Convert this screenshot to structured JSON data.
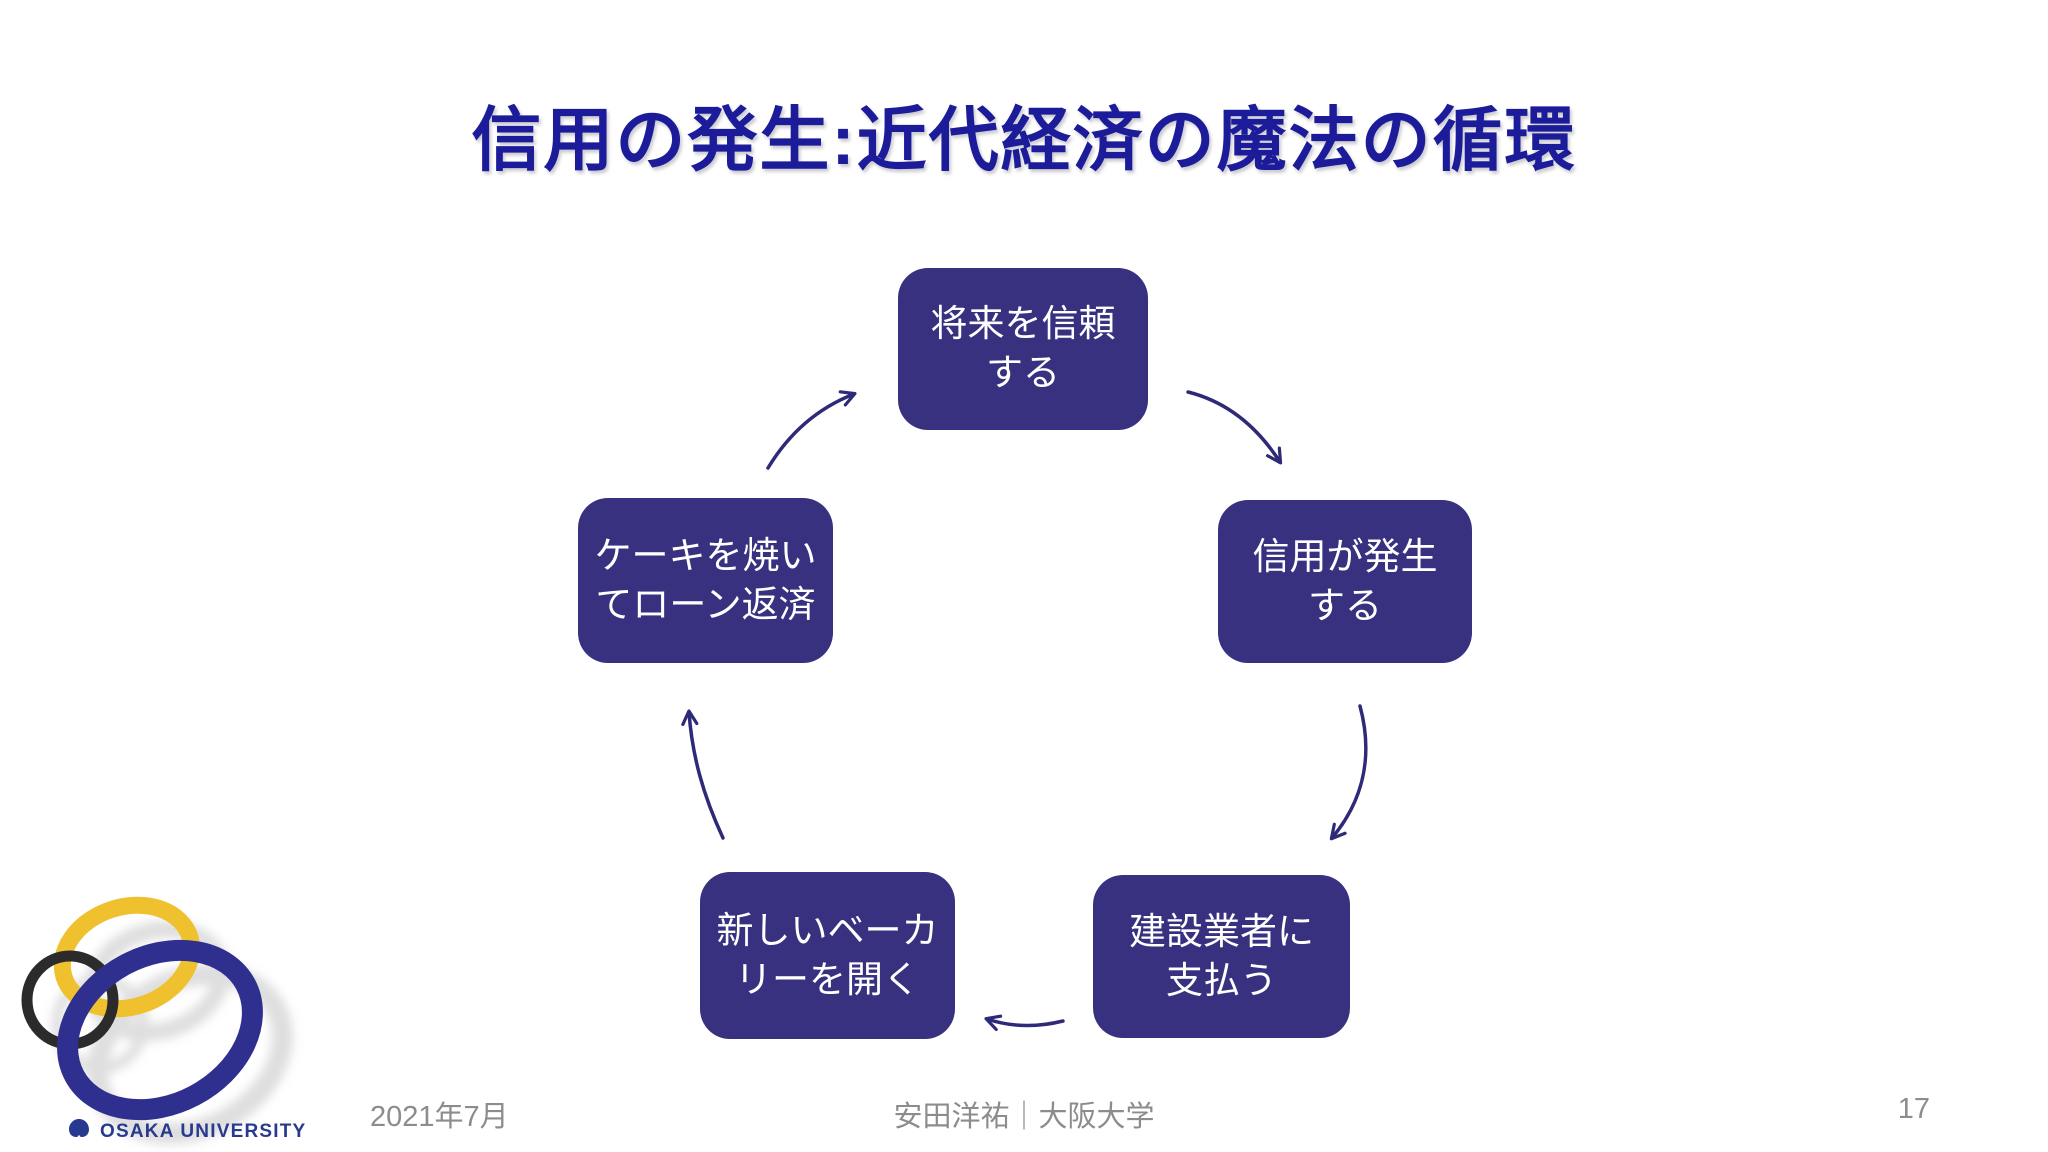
{
  "slide": {
    "title": "信用の発生:近代経済の魔法の循環",
    "footer": {
      "date": "2021年7月",
      "credit": "安田洋祐｜大阪大学",
      "page_number": "17"
    },
    "logo": {
      "label": "OSAKA UNIVERSITY"
    },
    "colors": {
      "title_blue": "#1C1C9A",
      "box_fill": "#373180",
      "box_text": "#ffffff",
      "arrow": "#2E2A78",
      "footer_gray": "#8C8C8C",
      "logo_yellow": "#EFC12F",
      "logo_black": "#2B2B2B",
      "logo_blue": "#2F2F8F",
      "logo_text_blue": "#283A8F"
    }
  },
  "cycle": {
    "nodes": [
      {
        "id": "trust-future",
        "text": "将来を信頼\nする"
      },
      {
        "id": "credit-arises",
        "text": "信用が発生\nする"
      },
      {
        "id": "pay-builder",
        "text": "建設業者に\n支払う"
      },
      {
        "id": "open-bakery",
        "text": "新しいベーカ\nリーを開く"
      },
      {
        "id": "bake-repay",
        "text": "ケーキを焼い\nてローン返済"
      }
    ]
  }
}
